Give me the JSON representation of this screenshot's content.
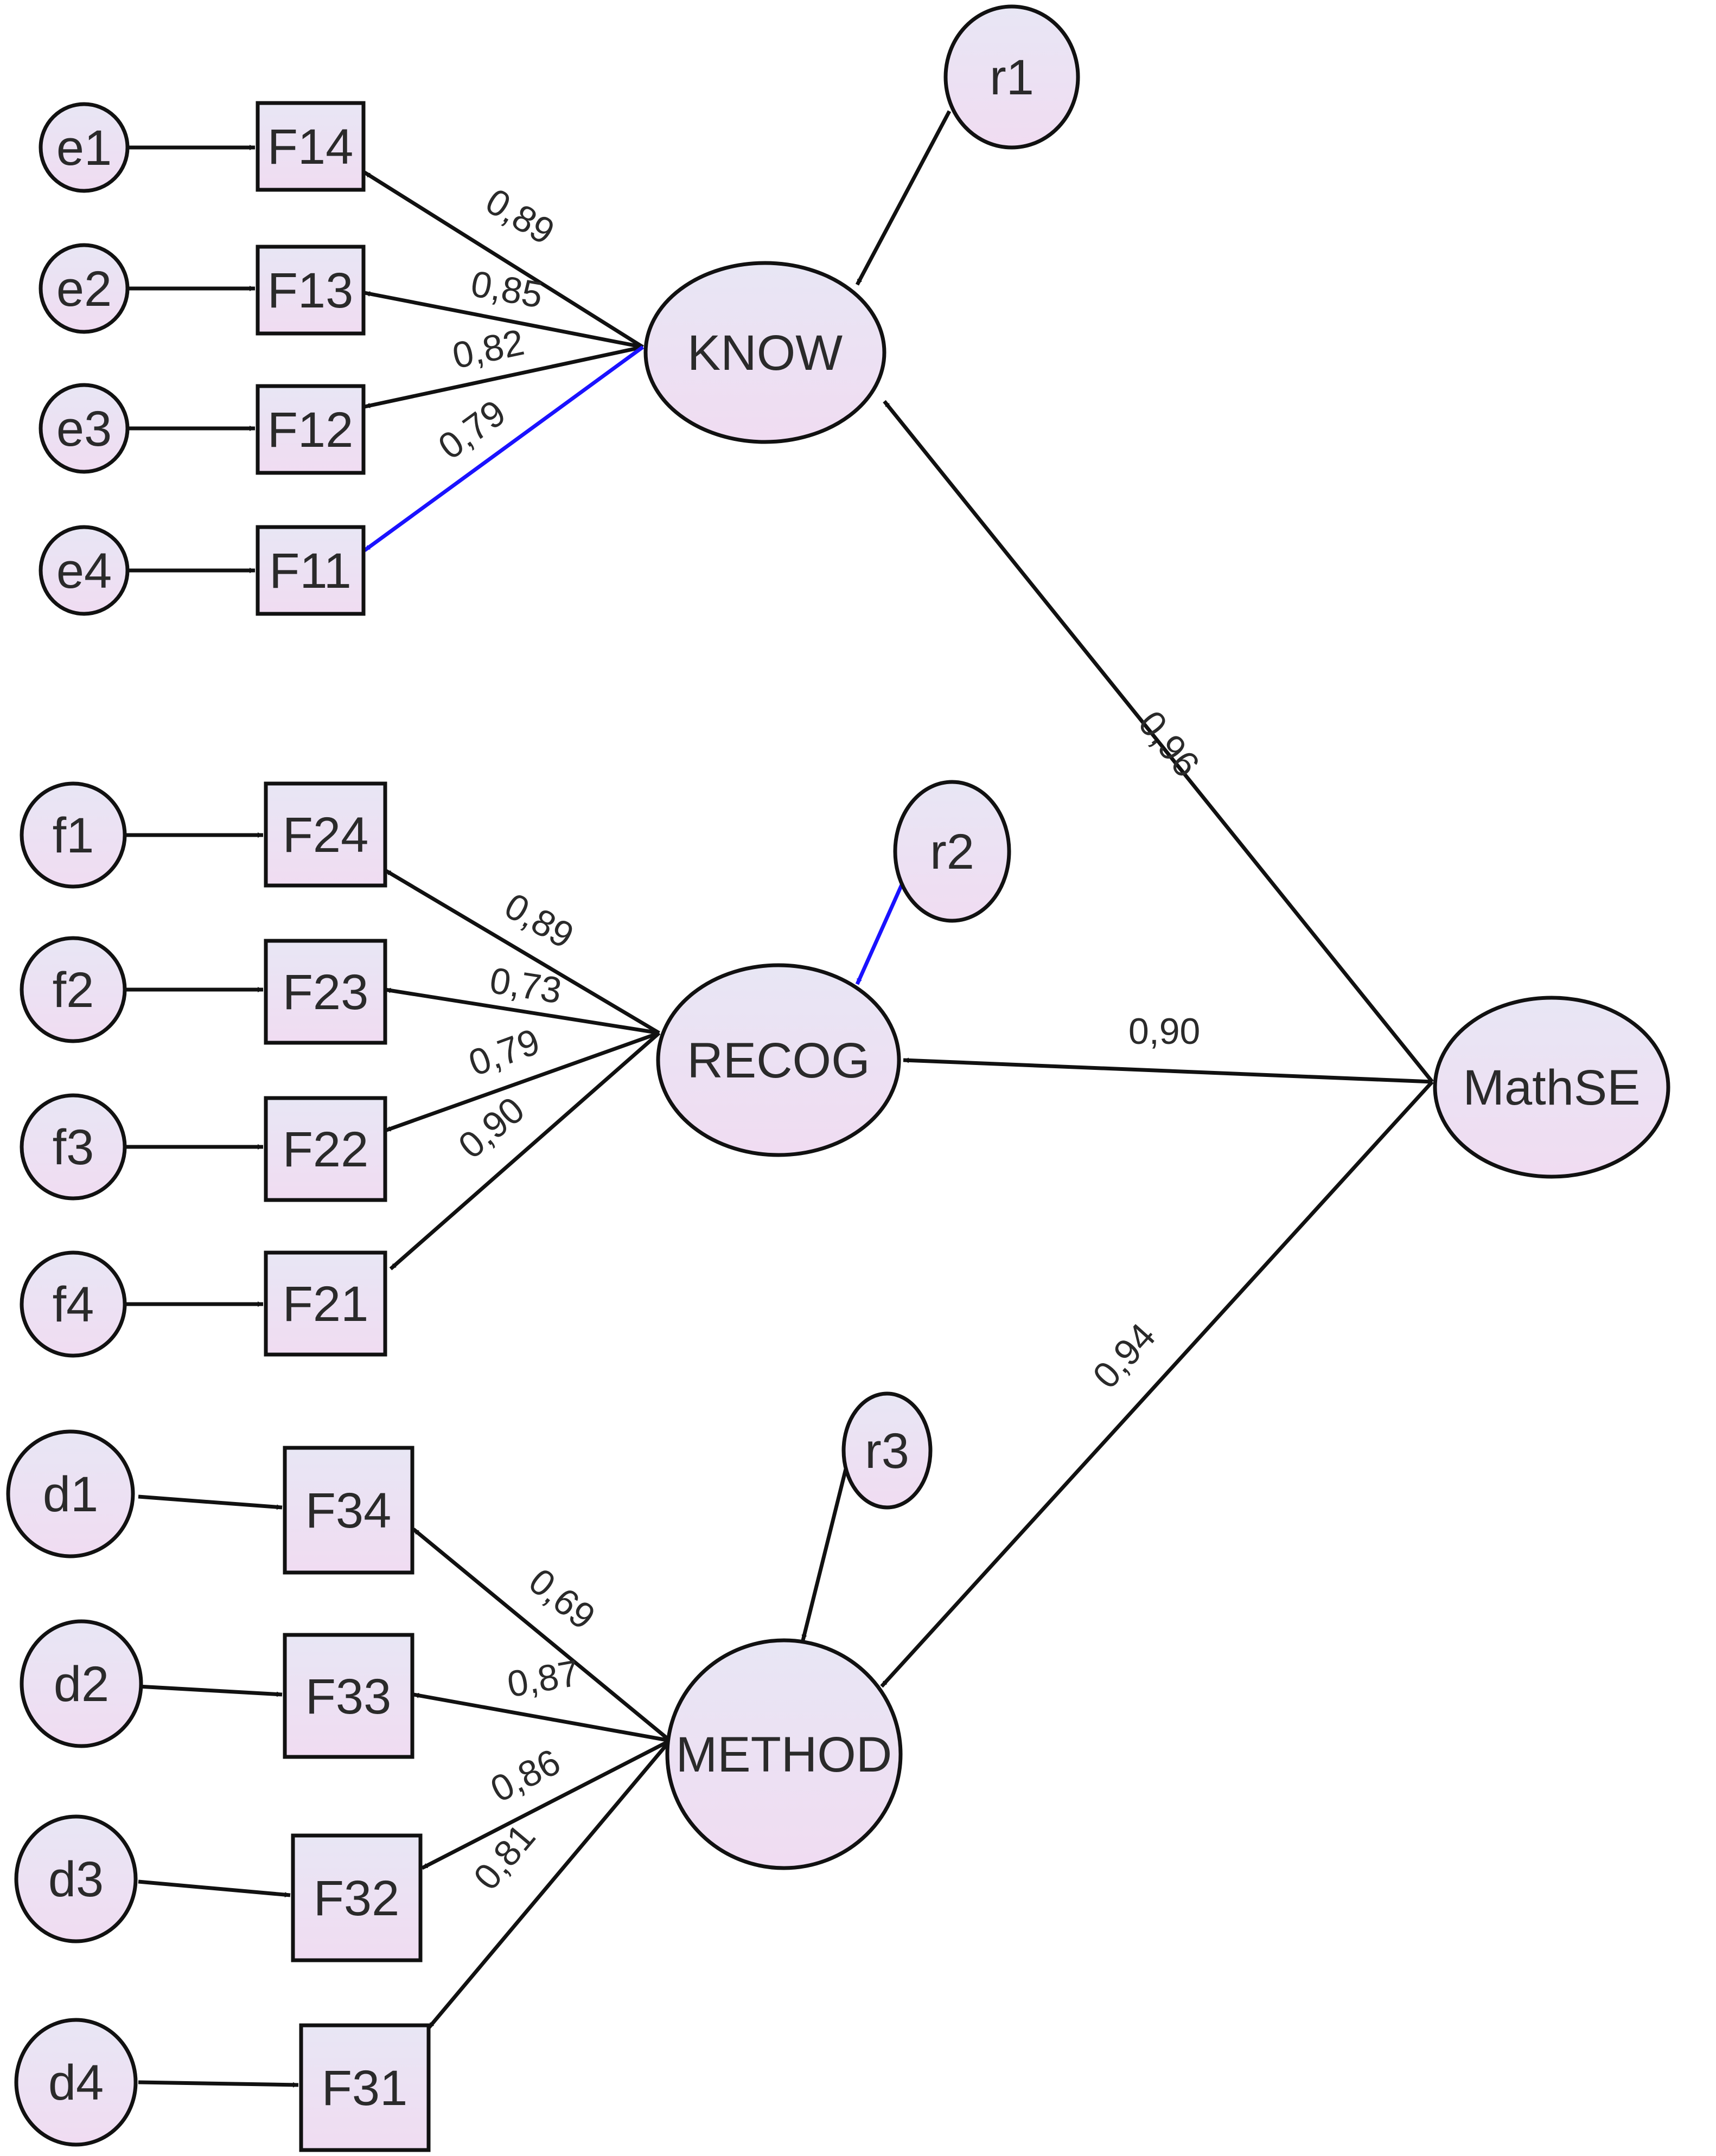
{
  "colors": {
    "node_fill_top": "#e8e6f4",
    "node_fill_bottom": "#f0dcf2",
    "stroke": "#111111",
    "highlight": "#1a12ff"
  },
  "latents": {
    "mathse": "MathSE",
    "know": "KNOW",
    "recog": "RECOG",
    "method": "METHOD"
  },
  "residuals": {
    "r1": "r1",
    "r2": "r2",
    "r3": "r3"
  },
  "errors": {
    "e1": "e1",
    "e2": "e2",
    "e3": "e3",
    "e4": "e4",
    "f1": "f1",
    "f2": "f2",
    "f3": "f3",
    "f4": "f4",
    "d1": "d1",
    "d2": "d2",
    "d3": "d3",
    "d4": "d4"
  },
  "indicators": {
    "F14": "F14",
    "F13": "F13",
    "F12": "F12",
    "F11": "F11",
    "F24": "F24",
    "F23": "F23",
    "F22": "F22",
    "F21": "F21",
    "F34": "F34",
    "F33": "F33",
    "F32": "F32",
    "F31": "F31"
  },
  "loadings": {
    "mathse_know": "0,96",
    "mathse_recog": "0,90",
    "mathse_method": "0,94",
    "know_F14": "0,89",
    "know_F13": "0,85",
    "know_F12": "0,82",
    "know_F11": "0,79",
    "recog_F24": "0,89",
    "recog_F23": "0,73",
    "recog_F22": "0,79",
    "recog_F21": "0,90",
    "method_F34": "0,69",
    "method_F33": "0,87",
    "method_F32": "0,86",
    "method_F31": "0,81"
  }
}
